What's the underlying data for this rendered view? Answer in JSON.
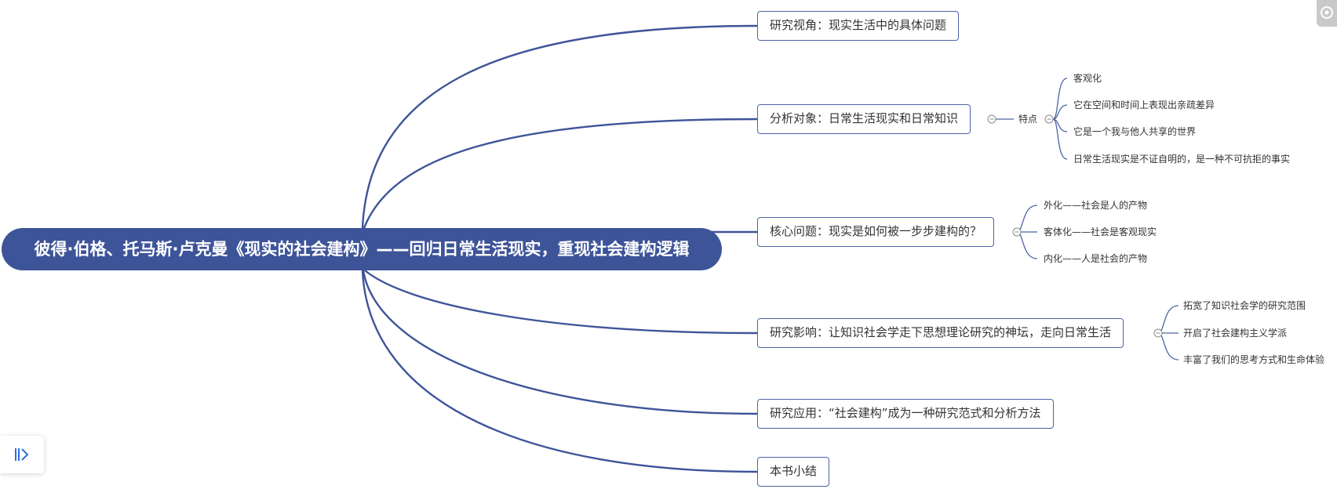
{
  "root": {
    "label": "彼得·伯格、托马斯·卢克曼《现实的社会建构》——回归日常生活现实，重现社会建构逻辑"
  },
  "topics": [
    {
      "label": "研究视角：现实生活中的具体问题"
    },
    {
      "label": "分析对象：日常生活现实和日常知识",
      "feature_label": "特点",
      "features": [
        "客观化",
        "它在空间和时间上表现出亲疏差异",
        "它是一个我与他人共享的世界",
        "日常生活现实是不证自明的，是一种不可抗拒的事实"
      ]
    },
    {
      "label": "核心问题：现实是如何被一步步建构的？",
      "children": [
        "外化——社会是人的产物",
        "客体化——社会是客观现实",
        "内化——人是社会的产物"
      ]
    },
    {
      "label": "研究影响：让知识社会学走下思想理论研究的神坛，走向日常生活",
      "children": [
        "拓宽了知识社会学的研究范围",
        "开启了社会建构主义学派",
        "丰富了我们的思考方式和生命体验"
      ]
    },
    {
      "label": "研究应用：“社会建构”成为一种研究范式和分析方法"
    },
    {
      "label": "本书小结"
    }
  ],
  "colors": {
    "branch": "#3e5499",
    "thin_line": "#4d64a5",
    "toggle_icon": "#2f6fd6"
  },
  "icons": {
    "sidebar_toggle": "sidebar-expand-icon",
    "corner": "eye-icon"
  }
}
